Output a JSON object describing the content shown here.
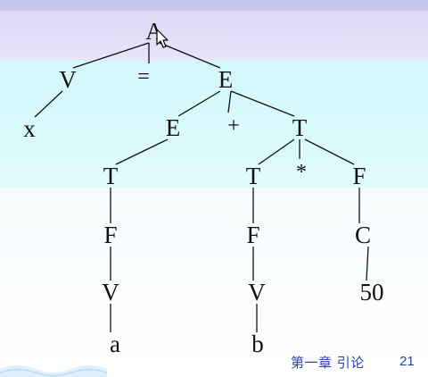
{
  "tree": {
    "nodes": [
      {
        "id": "A",
        "label": "A"
      },
      {
        "id": "V1",
        "label": "V"
      },
      {
        "id": "eq",
        "label": "="
      },
      {
        "id": "E1",
        "label": "E"
      },
      {
        "id": "x",
        "label": "x"
      },
      {
        "id": "E2",
        "label": "E"
      },
      {
        "id": "plus",
        "label": "+"
      },
      {
        "id": "T1",
        "label": "T"
      },
      {
        "id": "T2",
        "label": "T"
      },
      {
        "id": "T3",
        "label": "T"
      },
      {
        "id": "star",
        "label": "*"
      },
      {
        "id": "F1",
        "label": "F"
      },
      {
        "id": "F2",
        "label": "F"
      },
      {
        "id": "F3",
        "label": "F"
      },
      {
        "id": "C",
        "label": "C"
      },
      {
        "id": "V2",
        "label": "V"
      },
      {
        "id": "V3",
        "label": "V"
      },
      {
        "id": "n50",
        "label": "50"
      },
      {
        "id": "a",
        "label": "a"
      },
      {
        "id": "b",
        "label": "b"
      }
    ],
    "edges": [
      [
        "A",
        "V1"
      ],
      [
        "A",
        "eq"
      ],
      [
        "A",
        "E1"
      ],
      [
        "V1",
        "x"
      ],
      [
        "E1",
        "E2"
      ],
      [
        "E1",
        "plus"
      ],
      [
        "E1",
        "T1"
      ],
      [
        "E2",
        "T2"
      ],
      [
        "T1",
        "T3"
      ],
      [
        "T1",
        "star"
      ],
      [
        "T1",
        "F1"
      ],
      [
        "T2",
        "F2"
      ],
      [
        "F2",
        "V2"
      ],
      [
        "V2",
        "a"
      ],
      [
        "T3",
        "F3"
      ],
      [
        "F3",
        "V3"
      ],
      [
        "V3",
        "b"
      ],
      [
        "F1",
        "C"
      ],
      [
        "C",
        "n50"
      ]
    ]
  },
  "footer": {
    "chapter": "第一章 引论",
    "page": "21"
  },
  "colors": {
    "footer_text": "#2a3fa8",
    "band_purple": "#dcd8f6",
    "band_cyan": "#d2f8fb"
  },
  "icons": {
    "pointer": "mouse-pointer-icon"
  }
}
